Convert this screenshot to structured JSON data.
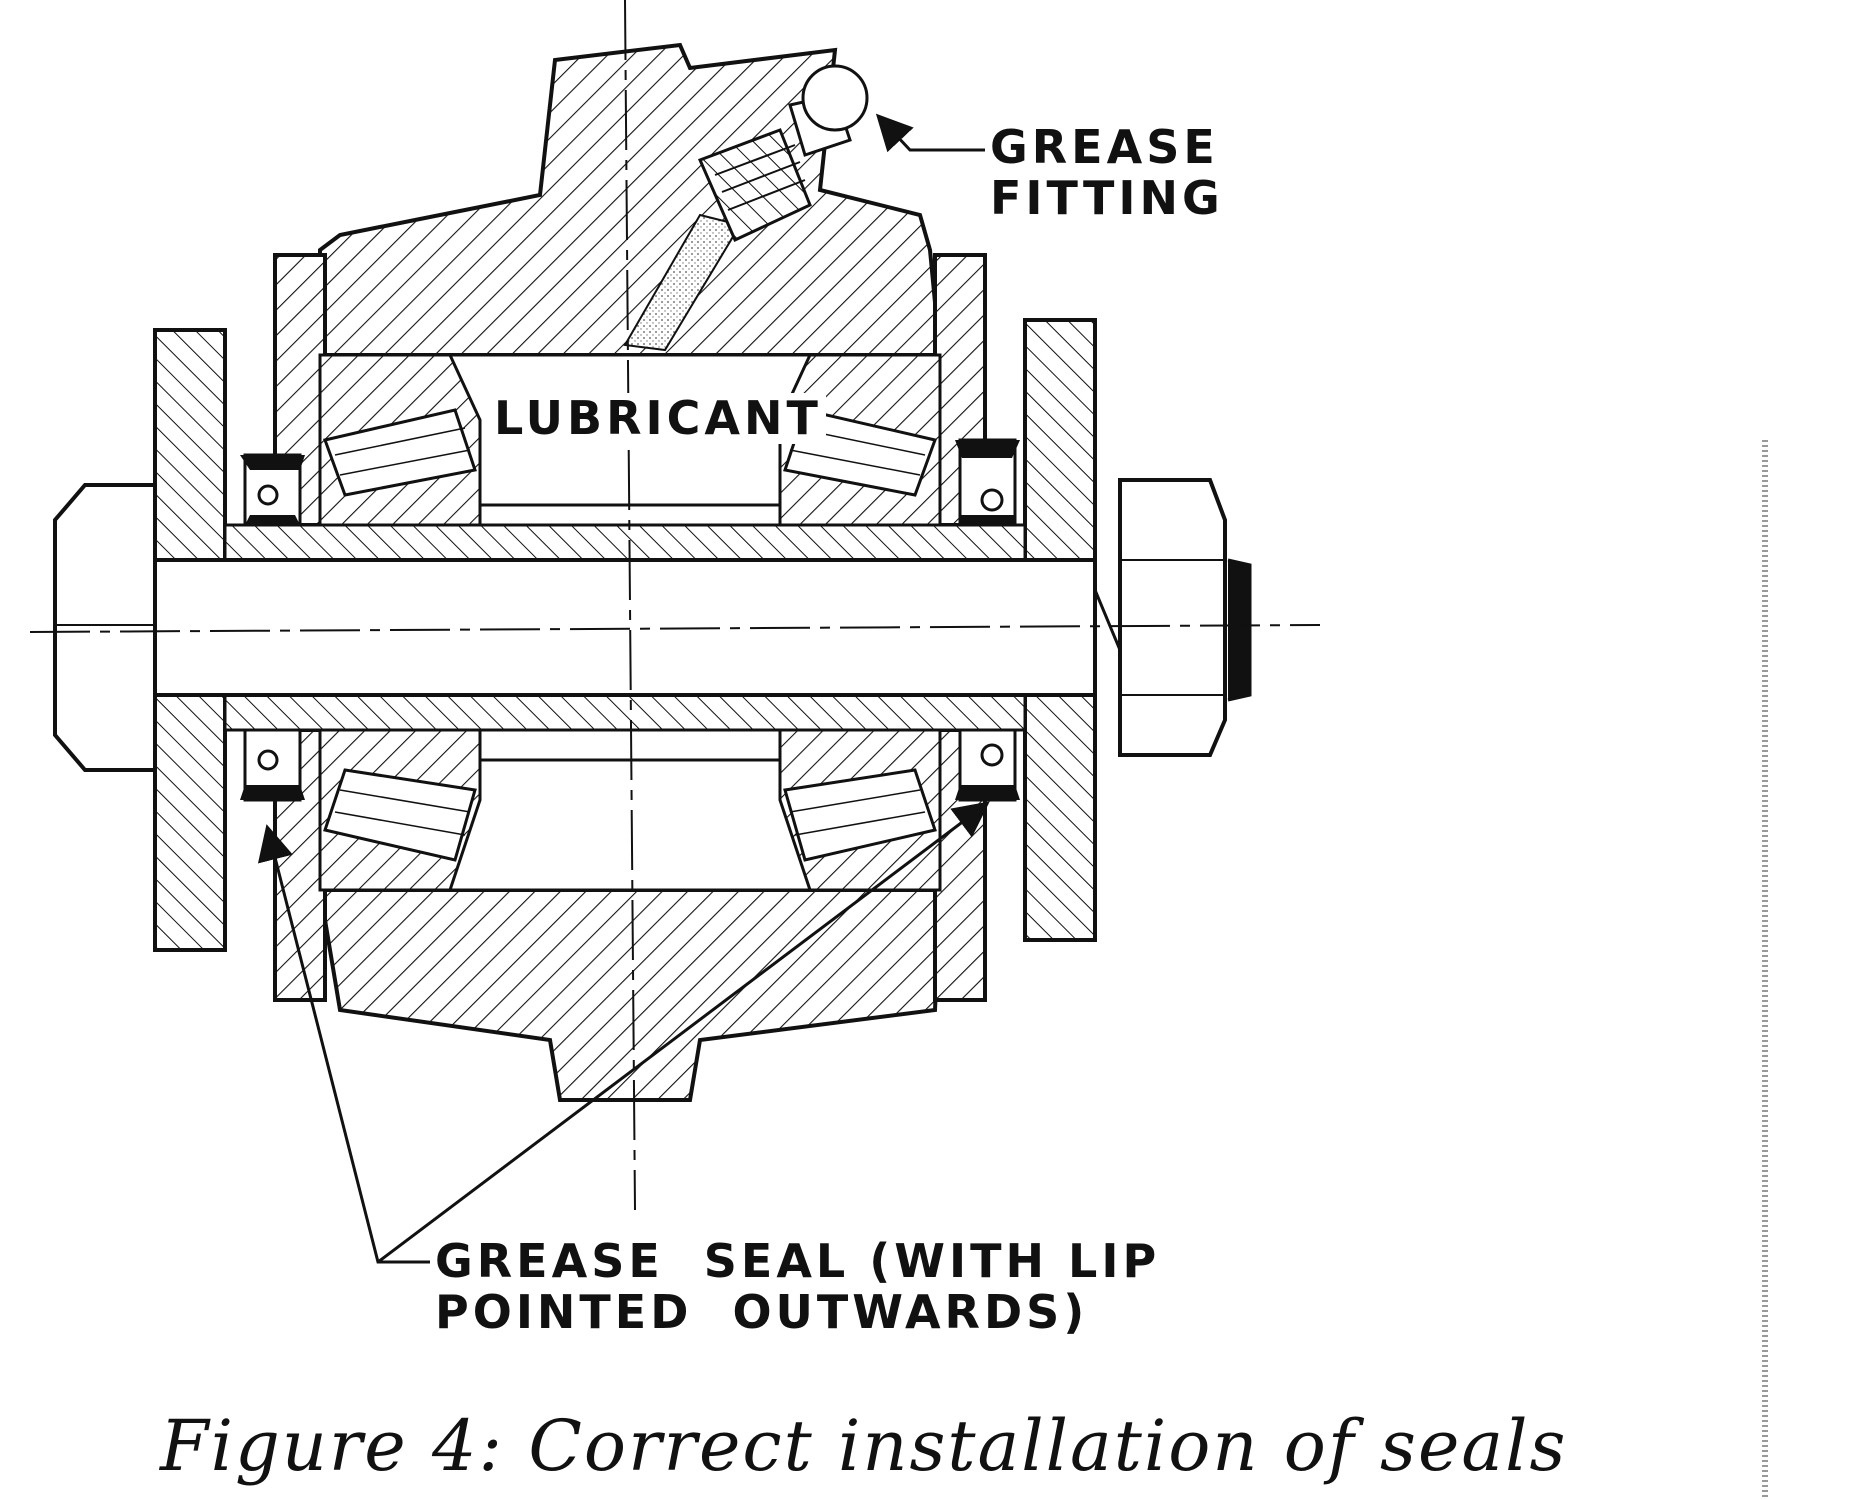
{
  "labels": {
    "grease_fitting_line1": "GREASE",
    "grease_fitting_line2": "FITTING",
    "lubricant": "LUBRICANT",
    "grease_seal_line1": "GREASE  SEAL (WITH LIP",
    "grease_seal_line2": "POINTED  OUTWARDS)"
  },
  "caption": "Figure 4: Correct installation of seals",
  "colors": {
    "ink": "#111111",
    "paper": "#ffffff"
  }
}
